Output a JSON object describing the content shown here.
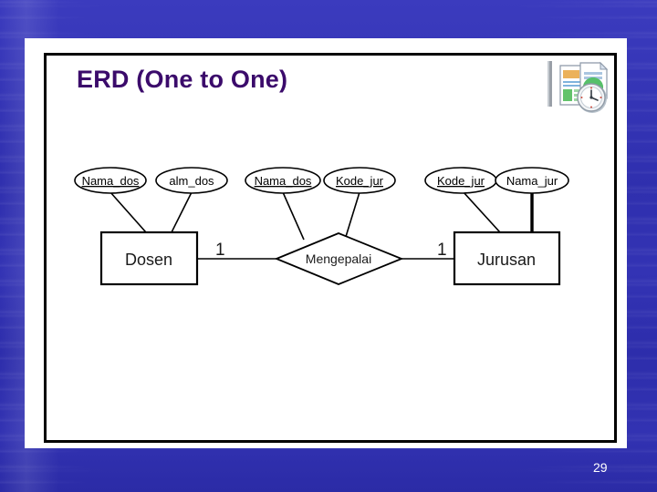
{
  "slide": {
    "title": "ERD (One to One)",
    "page_number": "29",
    "title_color": "#3b0b6b",
    "background_color": "#2f2fae",
    "panel_color": "#ffffff",
    "clipart_name": "documents-clock-clipart"
  },
  "diagram": {
    "type": "entity-relationship-diagram",
    "cardinality_notation": "one-to-one",
    "entities": [
      {
        "id": "dosen",
        "label": "Dosen",
        "shape": "rectangle"
      },
      {
        "id": "jurusan",
        "label": "Jurusan",
        "shape": "rectangle"
      }
    ],
    "relationships": [
      {
        "id": "mengepalai",
        "label": "Mengepalai",
        "shape": "diamond",
        "from": "dosen",
        "to": "jurusan",
        "from_cardinality": "1",
        "to_cardinality": "1"
      }
    ],
    "attributes": [
      {
        "id": "nama_dos_pk",
        "label": "Nama_dos",
        "owner": "dosen",
        "key": true
      },
      {
        "id": "alm_dos",
        "label": "alm_dos",
        "owner": "dosen",
        "key": false
      },
      {
        "id": "nama_dos_fk",
        "label": "Nama_dos",
        "owner": "mengepalai",
        "key": true
      },
      {
        "id": "kode_jur_fk",
        "label": "Kode_jur",
        "owner": "mengepalai",
        "key": true
      },
      {
        "id": "kode_jur_pk",
        "label": "Kode_jur",
        "owner": "jurusan",
        "key": true
      },
      {
        "id": "nama_jur",
        "label": "Nama_jur",
        "owner": "jurusan",
        "key": false
      }
    ],
    "cardinality_labels": [
      "1",
      "1"
    ]
  }
}
